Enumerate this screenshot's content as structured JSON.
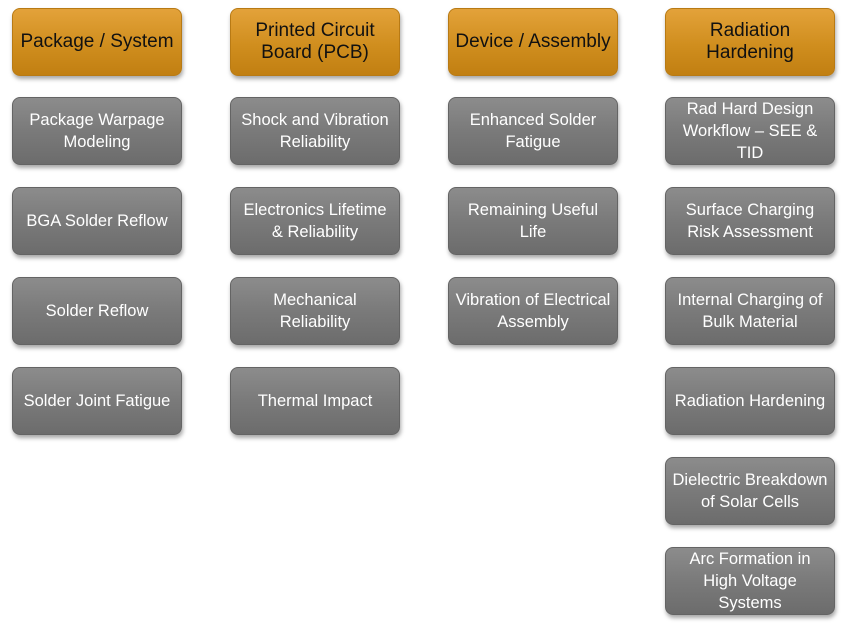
{
  "columns": [
    {
      "header": "Package / System",
      "items": [
        "Package Warpage Modeling",
        "BGA Solder Reflow",
        "Solder Reflow",
        "Solder Joint Fatigue"
      ]
    },
    {
      "header": "Printed Circuit Board (PCB)",
      "items": [
        "Shock and Vibration Reliability",
        "Electronics Lifetime & Reliability",
        "Mechanical Reliability",
        "Thermal Impact"
      ]
    },
    {
      "header": "Device / Assembly",
      "items": [
        "Enhanced Solder Fatigue",
        "Remaining Useful Life",
        "Vibration of Electrical Assembly"
      ]
    },
    {
      "header": "Radiation Hardening",
      "items": [
        "Rad Hard Design Workflow – SEE & TID",
        "Surface Charging Risk Assessment",
        "Internal Charging of Bulk Material",
        "Radiation Hardening",
        "Dielectric Breakdown of Solar Cells",
        "Arc Formation in High Voltage Systems"
      ]
    }
  ],
  "colors": {
    "header_fill": "#d08e1e",
    "item_fill": "#7a7a7a",
    "header_text": "#111111",
    "item_text": "#ffffff"
  }
}
